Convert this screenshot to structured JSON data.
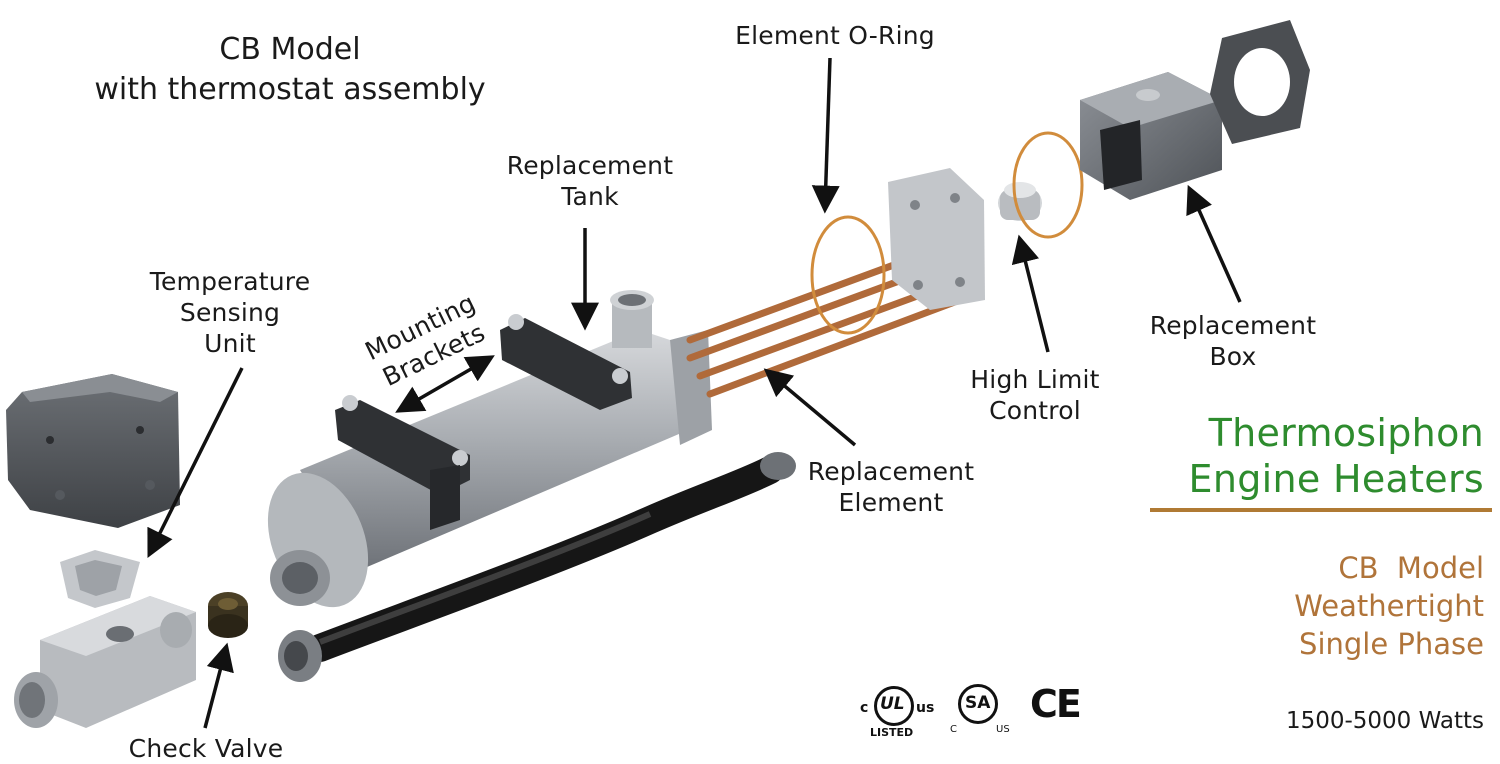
{
  "heading": {
    "line1": "CB Model",
    "line2": "with thermostat assembly"
  },
  "labels": {
    "temperature_sensing_unit": [
      "Temperature",
      "Sensing",
      "Unit"
    ],
    "mounting_brackets": [
      "Mounting",
      "Brackets"
    ],
    "replacement_tank": [
      "Replacement",
      "Tank"
    ],
    "element_oring": [
      "Element O-Ring"
    ],
    "replacement_element": [
      "Replacement",
      "Element"
    ],
    "high_limit_control": [
      "High Limit",
      "Control"
    ],
    "replacement_box": [
      "Replacement",
      "Box"
    ],
    "check_valve": [
      "Check Valve"
    ]
  },
  "brand": {
    "title_line1": "Thermosiphon",
    "title_line2": "Engine Heaters",
    "sub_line1": "CB  Model",
    "sub_line2": "Weathertight",
    "sub_line3": "Single Phase",
    "watts": "1500-5000 Watts"
  },
  "certifications": {
    "ul_c": "c",
    "ul_mark": "UL",
    "ul_us": "us",
    "ul_listed": "LISTED",
    "csa_mark": "SA",
    "csa_c": "C",
    "csa_us": "US",
    "ce_mark": "CE"
  },
  "colors": {
    "brand_green": "#2e8c2e",
    "accent_copper": "#b0743a",
    "rule_color": "#b07a34"
  }
}
